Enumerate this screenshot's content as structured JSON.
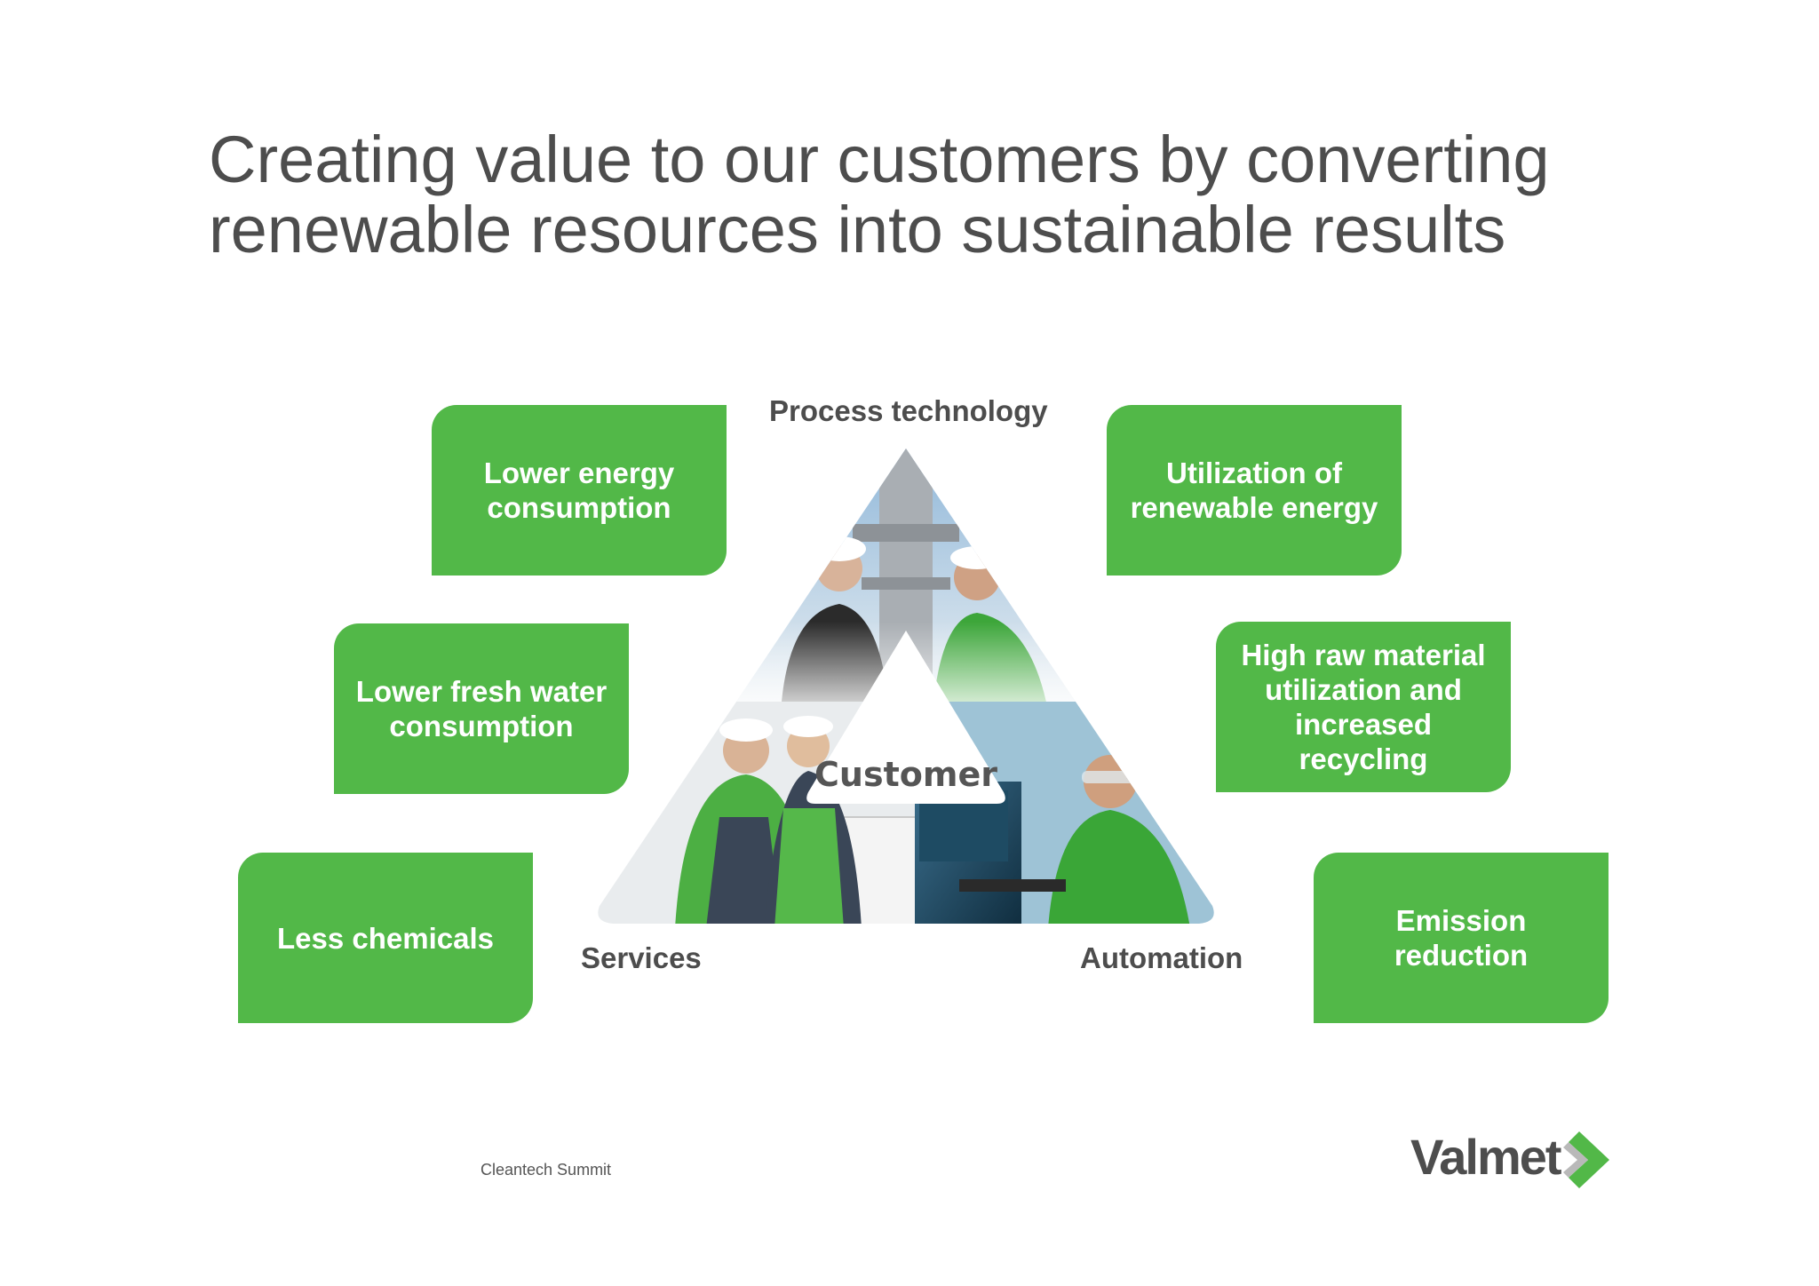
{
  "title": "Creating value to our customers by converting renewable resources into sustainable results",
  "diagram": {
    "center_label": "Customer",
    "vertices": {
      "top": "Process technology",
      "bottom_left": "Services",
      "bottom_right": "Automation"
    },
    "benefits_left": [
      "Lower energy consumption",
      "Lower fresh water consumption",
      "Less chemicals"
    ],
    "benefits_right": [
      "Utilization of renewable energy",
      "High raw material utilization and increased recycling",
      "Emission reduction"
    ]
  },
  "footer": "Cleantech Summit",
  "logo": {
    "text": "Valmet",
    "brand_color": "#52b848"
  },
  "colors": {
    "box_green": "#52b848",
    "text_gray": "#4d4d4d"
  }
}
